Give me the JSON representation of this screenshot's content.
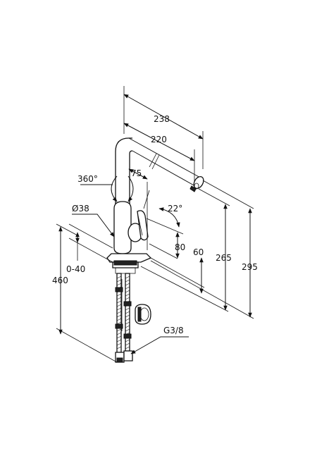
{
  "dimensions": {
    "d238": "238",
    "d220": "220",
    "d75": "75",
    "d360": "360°",
    "d22": "22°",
    "d38": "Ø38",
    "d80": "80",
    "d60": "60",
    "d265": "265",
    "d295": "295",
    "d040": "0-40",
    "d460": "460",
    "g38": "G3/8"
  },
  "colors": {
    "line": "#111111",
    "background": "#ffffff"
  }
}
